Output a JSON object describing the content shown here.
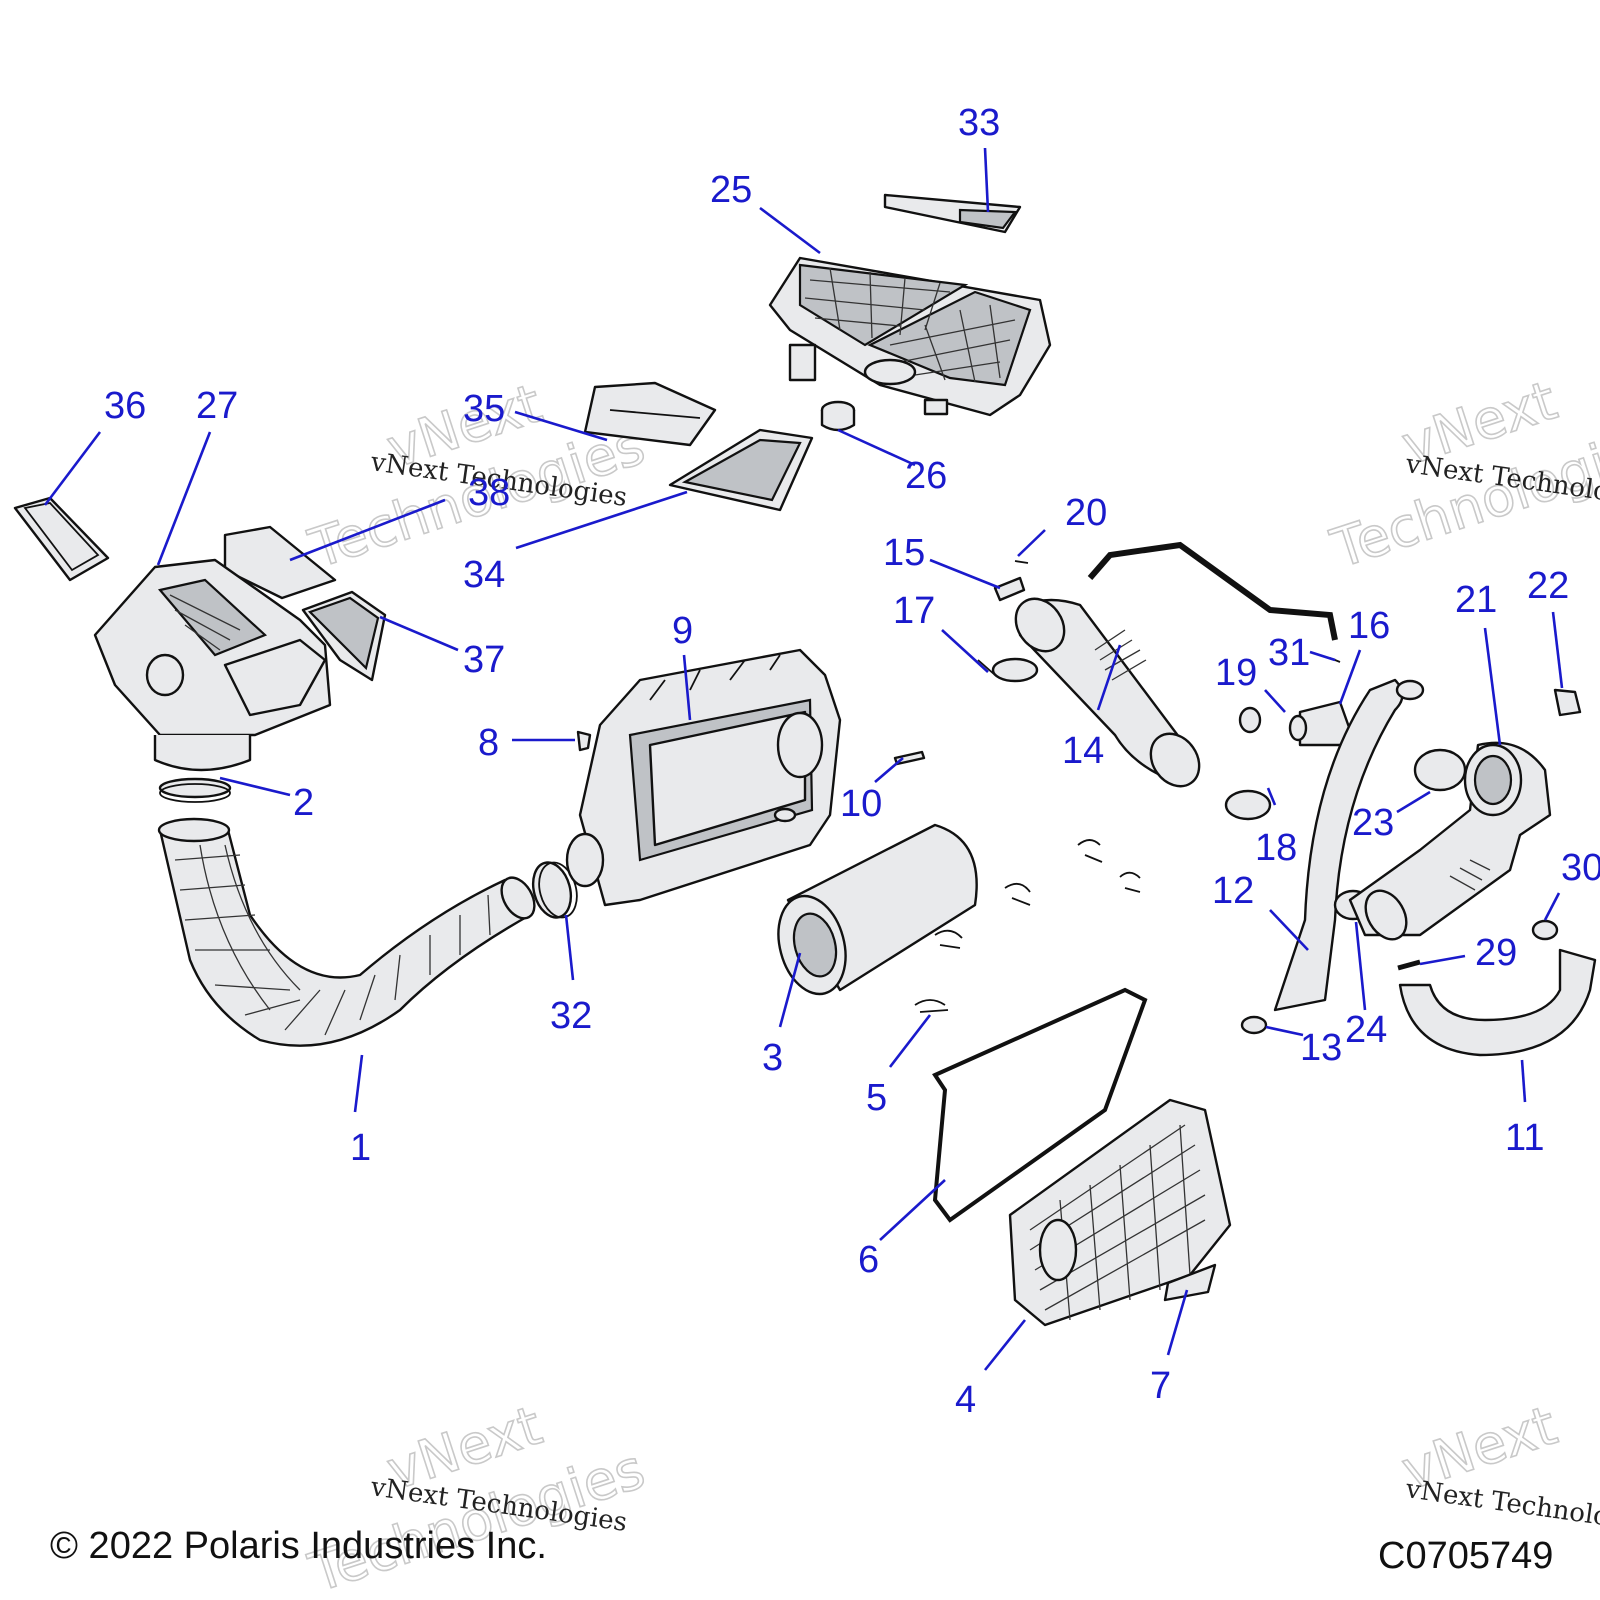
{
  "copyright": "© 2022 Polaris Industries Inc.",
  "figure_code": "C0705749",
  "watermark": {
    "brand_line": "vNext Technologies",
    "big_word_1": "vNext",
    "big_word_2": "Technologies"
  },
  "callouts": [
    "1",
    "2",
    "3",
    "4",
    "5",
    "6",
    "7",
    "8",
    "9",
    "10",
    "11",
    "12",
    "13",
    "14",
    "15",
    "16",
    "17",
    "18",
    "19",
    "20",
    "21",
    "22",
    "23",
    "24",
    "25",
    "26",
    "27",
    "29",
    "30",
    "31",
    "32",
    "33",
    "34",
    "35",
    "36",
    "37",
    "38"
  ],
  "colors": {
    "callout": "#1a1acc",
    "line_art": "#111111",
    "part_fill": "#e9eaec"
  }
}
